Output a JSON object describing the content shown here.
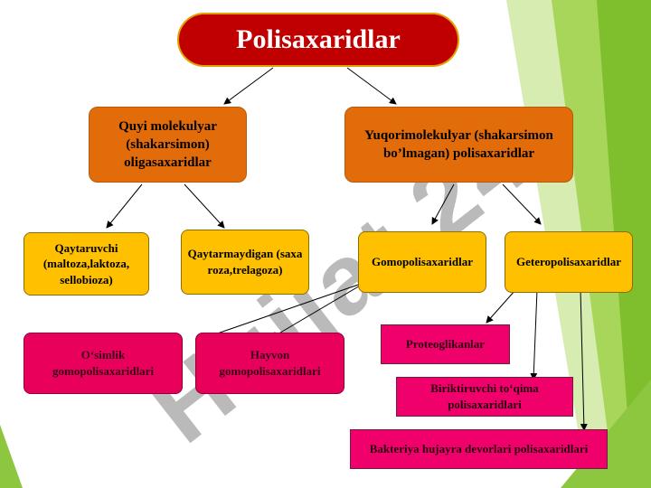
{
  "title": "Polisaxaridlar",
  "level1": {
    "left": "Quyi molekulyar (shakarsimon) oligasaxaridlar",
    "right": "Yuqorimolekulyar (shakarsimon bo’lmagan) polisaxaridlar"
  },
  "level2": {
    "a": "Qaytaruvchi (maltoza,laktoza, sellobioza)",
    "b": "Qaytarmaydigan (saxaroza,trelagoza)",
    "c": "Gomopolisaxaridlar",
    "d": "Geteropolisaxaridlar"
  },
  "level3": {
    "plant": "O‘simlik gomopolisaxaridlari",
    "animal": "Hayvon gomopolisaxaridlari",
    "proteo": "Proteoglikanlar",
    "connective": "Biriktiruvchi to‘qima polisaxaridlari",
    "bacteria": "Bakteriya hujayra devorlari polisaxaridlari"
  },
  "watermark": "Hujjat 24",
  "colors": {
    "title_fill": "#c00000",
    "orange": "#e36c0a",
    "yellow": "#ffc000",
    "pink": "#e8005a",
    "green_accent": "#8dc63f"
  }
}
